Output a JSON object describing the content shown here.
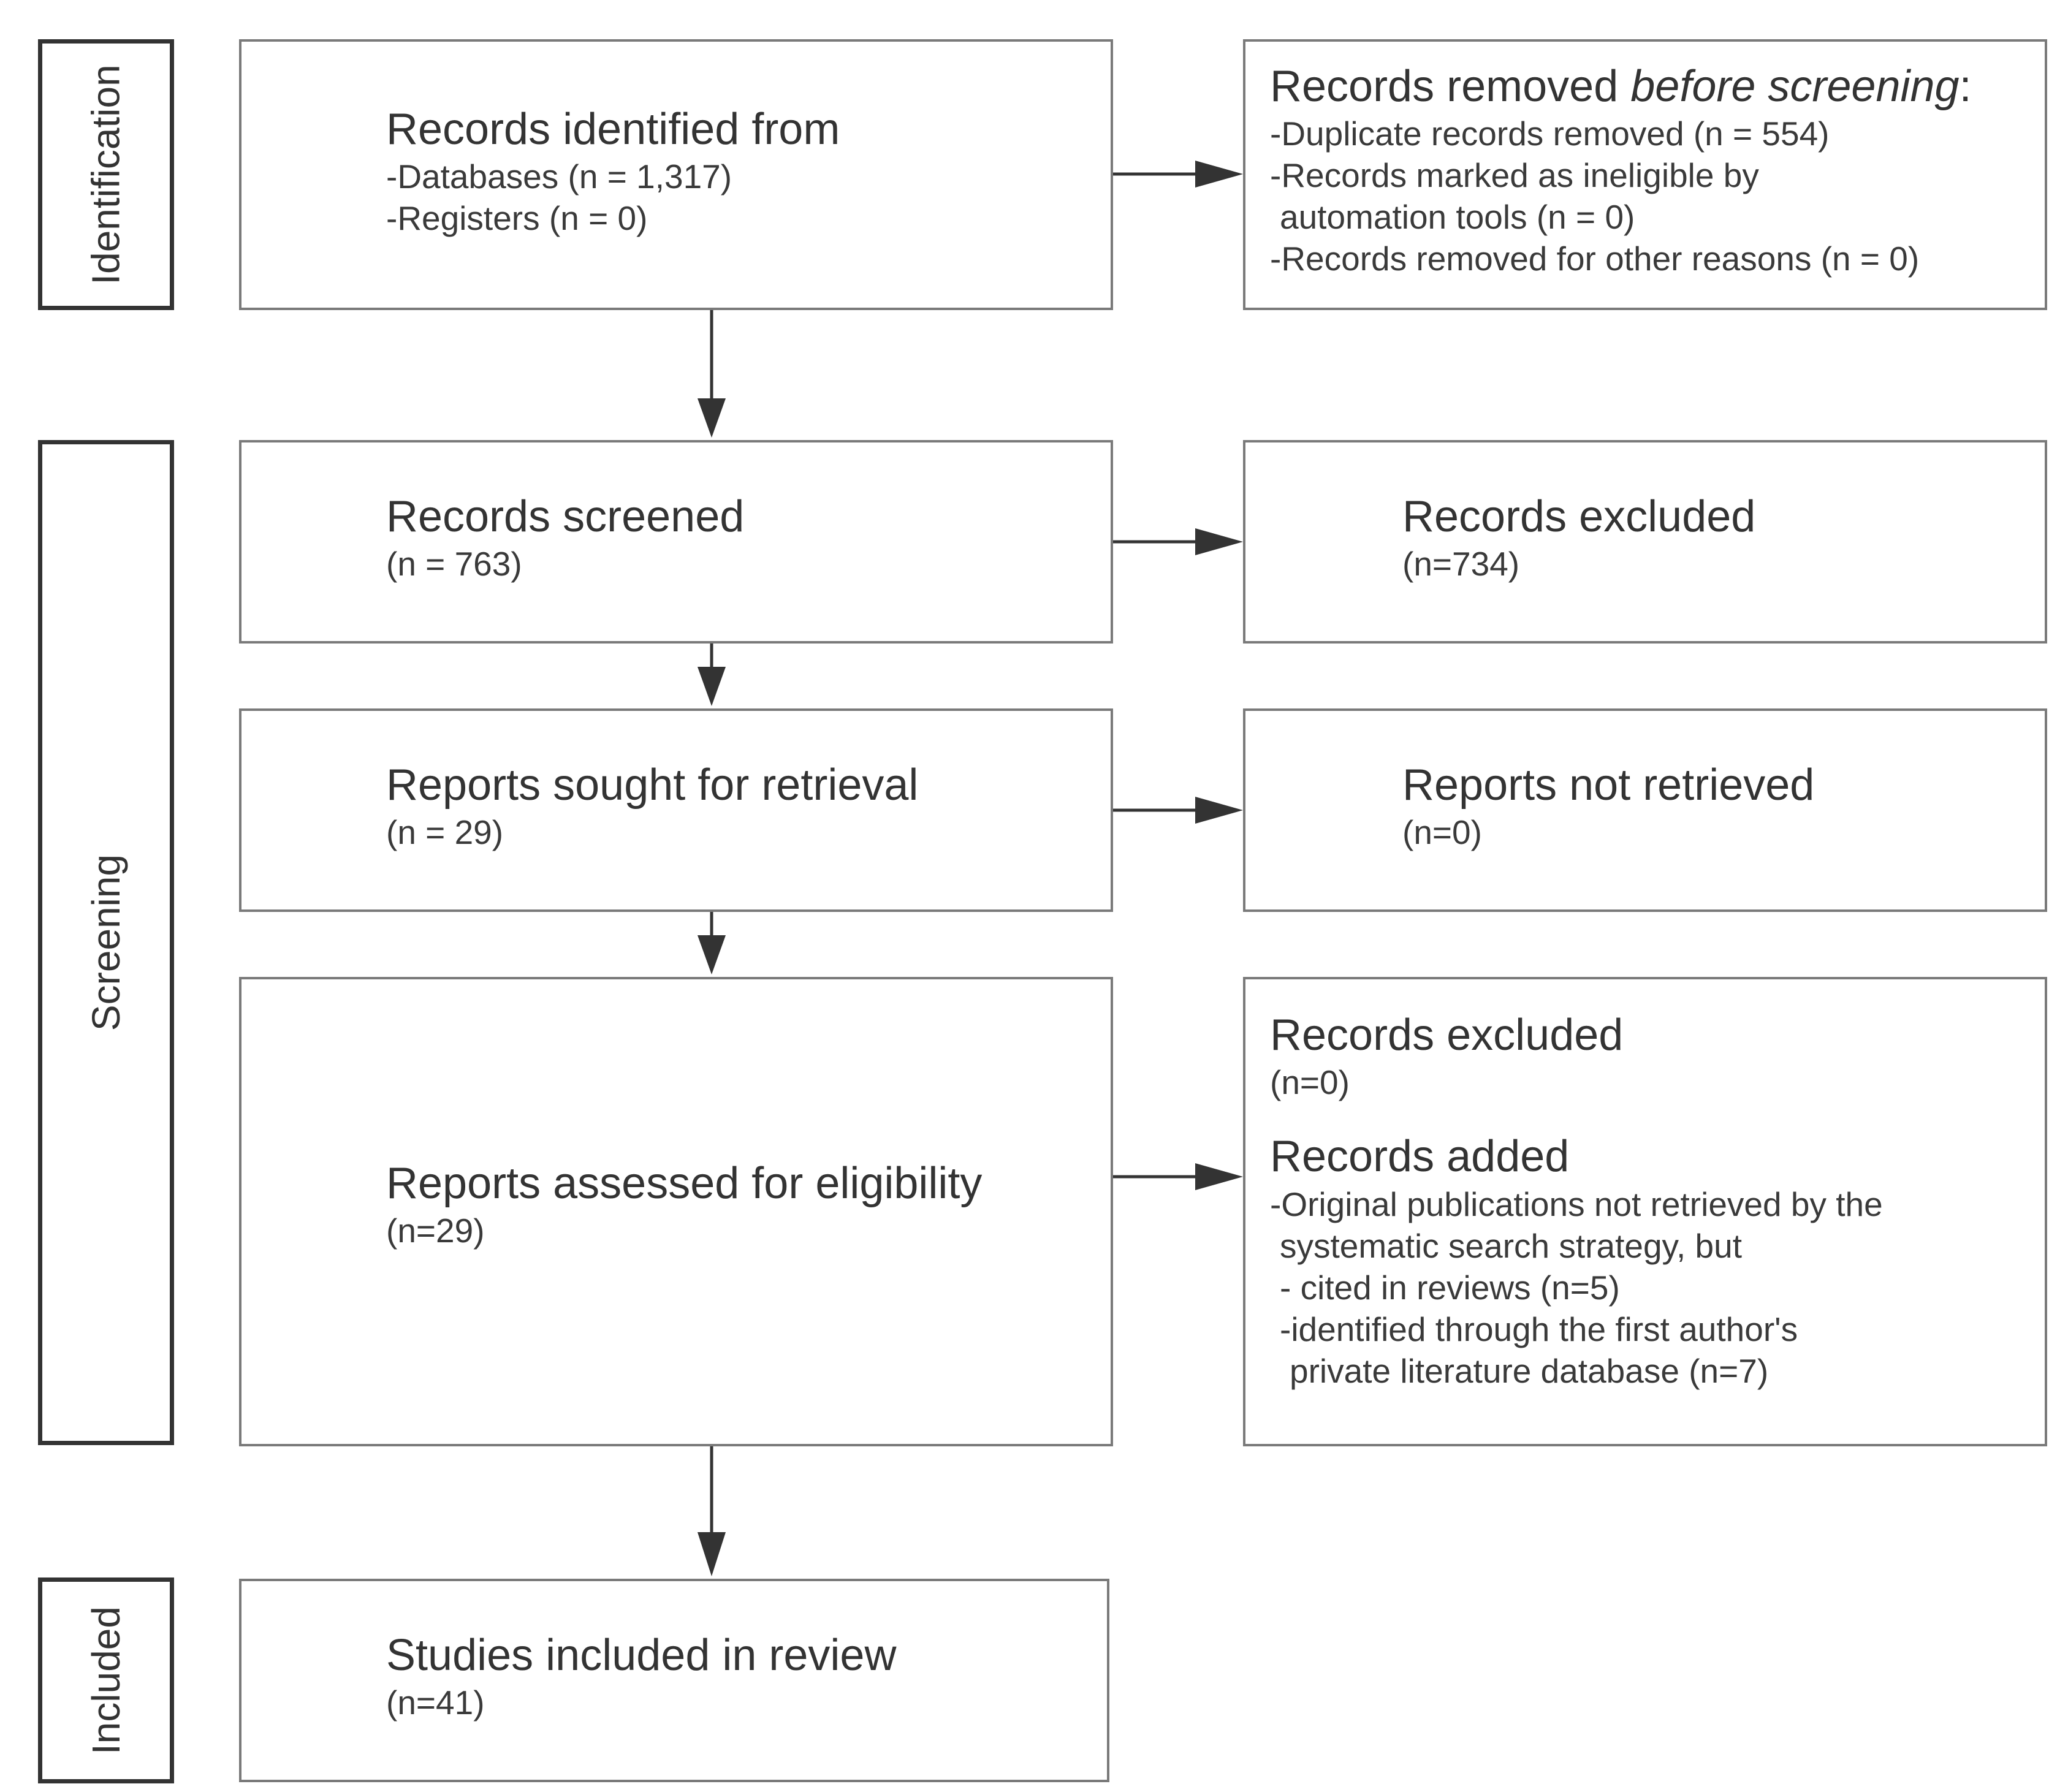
{
  "stages": {
    "identification": "Identification",
    "screening": "Screening",
    "included": "Included"
  },
  "identified": {
    "title": "Records identified from",
    "databases": "-Databases (n = 1,317)",
    "registers": "-Registers (n = 0)"
  },
  "removed": {
    "title_plain": "Records removed ",
    "title_italic": "before screening",
    "title_colon": ":",
    "duplicates": "-Duplicate records removed (n = 554)",
    "ineligible_1": "-Records marked as ineligible by",
    "ineligible_2": "automation tools (n = 0)",
    "other": "-Records removed for other reasons (n = 0)"
  },
  "screened": {
    "title": "Records screened",
    "count": "(n = 763)"
  },
  "excluded_screen": {
    "title": "Records excluded",
    "count": "(n=734)"
  },
  "sought": {
    "title": "Reports sought for retrieval",
    "count": "(n = 29)"
  },
  "not_retrieved": {
    "title": "Reports not retrieved",
    "count": "(n=0)"
  },
  "assessed": {
    "title": "Reports assessed for eligibility",
    "count": "(n=29)"
  },
  "excluded_added": {
    "excluded_title": "Records excluded",
    "excluded_count": "(n=0)",
    "added_title": "Records added",
    "added_line_1": "-Original publications not retrieved by the",
    "added_line_2": "systematic search strategy, but",
    "added_line_3": "- cited in reviews (n=5)",
    "added_line_4": "-identified through the first author's",
    "added_line_5": "private literature database (n=7)"
  },
  "included_studies": {
    "title": "Studies included in review",
    "count": "(n=41)"
  }
}
